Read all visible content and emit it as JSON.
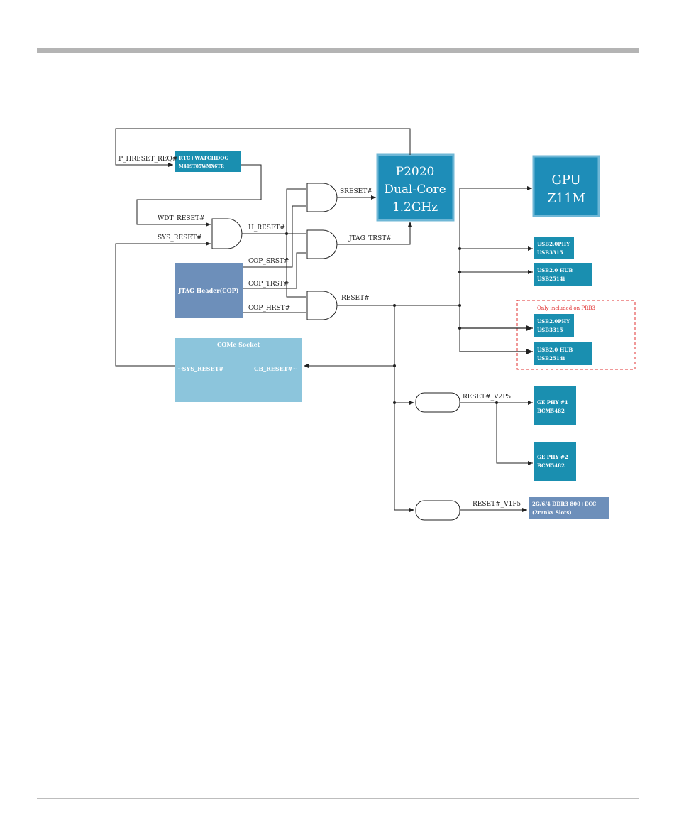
{
  "diagram": {
    "nodes": {
      "rtc": {
        "line1": "RTC+WATCHDOG",
        "line2": "M41ST85WMX6TR"
      },
      "cpu": {
        "line1": "P2020",
        "line2": "Dual-Core",
        "line3": "1.2GHz"
      },
      "gpu": {
        "line1": "GPU",
        "line2": "Z11M"
      },
      "usb_phy_1": {
        "line1": "USB2.0PHY",
        "line2": "USB3315"
      },
      "usb_hub_1": {
        "line1": "USB2.0 HUB",
        "line2": "USB2514i"
      },
      "usb_phy_2": {
        "line1": "USB2.0PHY",
        "line2": "USB3315"
      },
      "usb_hub_2": {
        "line1": "USB2.0 HUB",
        "line2": "USB2514i"
      },
      "jtag": {
        "label": "JTAG Header(COP)"
      },
      "come": {
        "title": "COMe Socket",
        "left": "~SYS_RESET#",
        "right": "CB_RESET#~"
      },
      "gephy1": {
        "line1": "GE PHY #1",
        "line2": "BCM5482"
      },
      "gephy2": {
        "line1": "GE PHY #2",
        "line2": "BCM5482"
      },
      "ddr": {
        "line1": "2G/6/4 DDR3 800+ECC",
        "line2": "(2ranks Slots)"
      }
    },
    "signals": {
      "p_hreset_req": "P_HRESET_REQ#",
      "wdt_reset": "WDT_RESET#",
      "sys_reset": "SYS_RESET#",
      "h_reset": "H_RESET#",
      "sreset": "SRESET#",
      "jtag_trst": "JTAG_TRST#",
      "cop_srst": "COP_SRST#",
      "cop_trst": "COP_TRST#",
      "cop_hrst": "COP_HRST#",
      "reset": "RESET#",
      "reset_v2p5": "RESET#_V2P5",
      "reset_v1p5": "RESET#_V1P5"
    },
    "note": "Only included on PRB3",
    "colors": {
      "cpu": "#1e8db8",
      "teal_box": "#1a8fb0",
      "jtag": "#6d8fba",
      "come": "#8cc5dc",
      "ddr": "#6d8fba",
      "note_border": "#e03030"
    }
  }
}
